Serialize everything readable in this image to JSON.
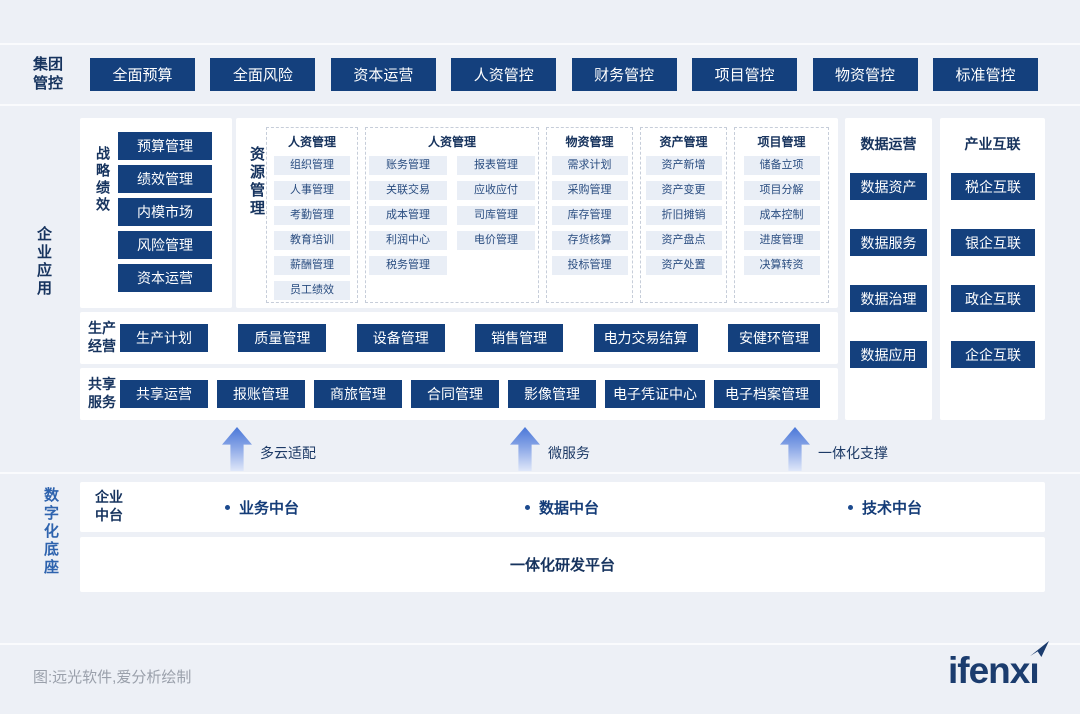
{
  "colors": {
    "primary_navy": "#14407d",
    "light_item_bg": "#e9eef6",
    "label_navy": "#16335e",
    "blue_label": "#2e63ae",
    "arrow_blue": "#4a77d8",
    "page_bg": "#edf0f6"
  },
  "group_control": {
    "label": "集团管控",
    "items": [
      "全面预算",
      "全面风险",
      "资本运营",
      "人资管控",
      "财务管控",
      "项目管控",
      "物资管控",
      "标准管控"
    ]
  },
  "enterprise_apps": {
    "label": "企业应用",
    "strategy": {
      "label": "战略绩效",
      "items": [
        "预算管理",
        "绩效管理",
        "内模市场",
        "风险管理",
        "资本运营"
      ]
    },
    "resource": {
      "label": "资源管理",
      "columns": [
        {
          "title": "人资管理",
          "items": [
            "组织管理",
            "人事管理",
            "考勤管理",
            "教育培训",
            "薪酬管理",
            "员工绩效"
          ]
        },
        {
          "title": "人资管理",
          "items_left": [
            "账务管理",
            "关联交易",
            "成本管理",
            "利润中心",
            "税务管理"
          ],
          "items_right": [
            "报表管理",
            "应收应付",
            "司库管理",
            "电价管理"
          ]
        },
        {
          "title": "物资管理",
          "items": [
            "需求计划",
            "采购管理",
            "库存管理",
            "存货核算",
            "投标管理"
          ]
        },
        {
          "title": "资产管理",
          "items": [
            "资产新增",
            "资产变更",
            "折旧摊销",
            "资产盘点",
            "资产处置"
          ]
        },
        {
          "title": "项目管理",
          "items": [
            "储备立项",
            "项目分解",
            "成本控制",
            "进度管理",
            "决算转资"
          ]
        }
      ]
    },
    "production": {
      "label": "生产经营",
      "items": [
        "生产计划",
        "质量管理",
        "设备管理",
        "销售管理",
        "电力交易结算",
        "安健环管理"
      ]
    },
    "shared": {
      "label": "共享服务",
      "items": [
        "共享运营",
        "报账管理",
        "商旅管理",
        "合同管理",
        "影像管理",
        "电子凭证中心",
        "电子档案管理"
      ]
    },
    "data_ops": {
      "title": "数据运营",
      "items": [
        "数据资产",
        "数据服务",
        "数据治理",
        "数据应用"
      ]
    },
    "industry": {
      "title": "产业互联",
      "items": [
        "税企互联",
        "银企互联",
        "政企互联",
        "企企互联"
      ]
    }
  },
  "middleware_arrows": {
    "items": [
      "多云适配",
      "微服务",
      "一体化支撑"
    ]
  },
  "digital_base": {
    "label": "数字化底座",
    "middle_platform": {
      "label": "企业中台",
      "items": [
        "业务中台",
        "数据中台",
        "技术中台"
      ]
    },
    "platform": "一体化研发平台"
  },
  "footer": {
    "caption": "图:远光软件,爱分析绘制",
    "logo": "ifenxi",
    "logo_render": {
      "prefix": "ifenx",
      "last": "ı"
    }
  }
}
